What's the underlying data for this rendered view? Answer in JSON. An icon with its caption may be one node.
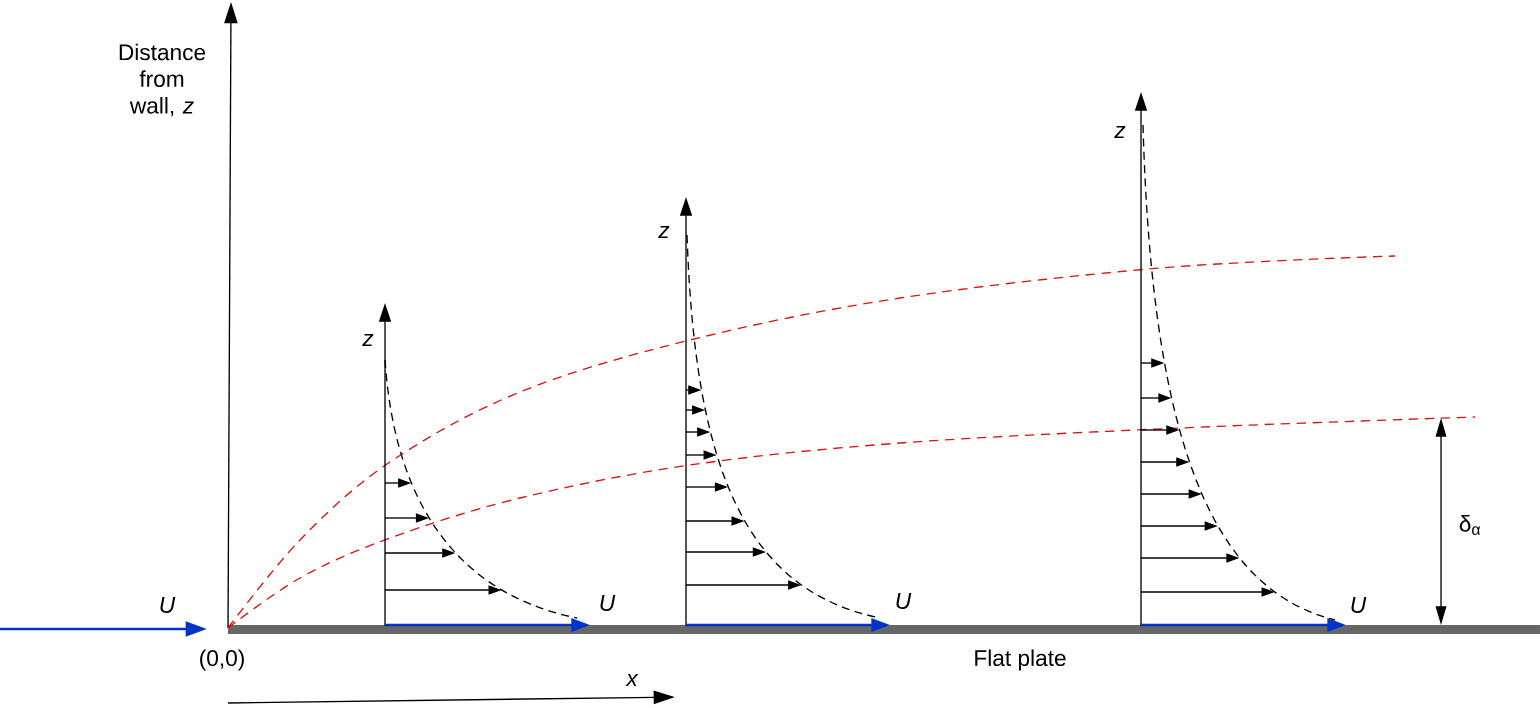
{
  "diagram": {
    "labels": [
      "Distance from wall, *z*",
      "z",
      "z",
      "z",
      "δ$_{α}$",
      "U",
      "U",
      "U",
      "U",
      "(0,0)",
      "Flat plate",
      "x"
    ]
  }
}
